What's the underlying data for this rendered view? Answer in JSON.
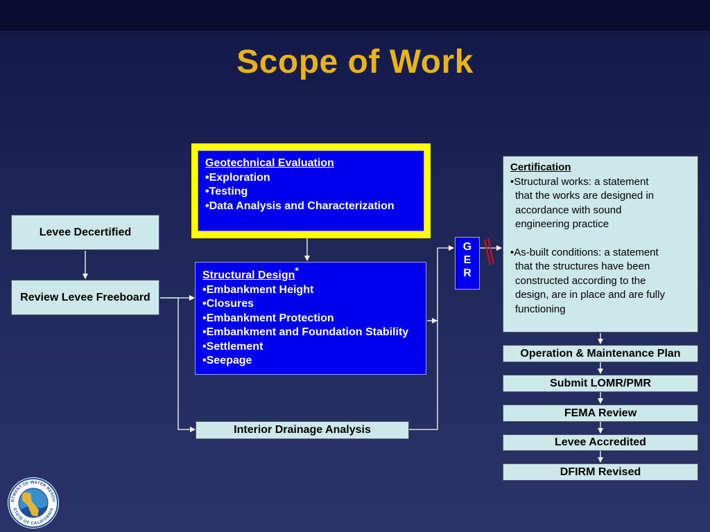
{
  "slide": {
    "title": "Scope of Work"
  },
  "boxes": {
    "levee_decertified": "Levee Decertified",
    "review_freeboard": "Review Levee Freeboard",
    "interior_drainage": "Interior Drainage Analysis",
    "om_plan": "Operation & Maintenance Plan",
    "submit_lomr": "Submit LOMR/PMR",
    "fema_review": "FEMA Review",
    "levee_accredited": "Levee Accredited",
    "dfirm_revised": "DFIRM Revised"
  },
  "geotechnical": {
    "heading": "Geotechnical Evaluation",
    "items": [
      "•Exploration",
      "•Testing",
      "•Data Analysis and Characterization"
    ]
  },
  "structural": {
    "heading": "Structural Design",
    "asterisk": "*",
    "items": [
      "•Embankment Height",
      "•Closures",
      "•Embankment Protection",
      "•Embankment and Foundation Stability",
      "•Settlement",
      "•Seepage"
    ]
  },
  "ger": {
    "letters": [
      "G",
      "E",
      "R"
    ]
  },
  "certification": {
    "heading": "Certification",
    "item1": [
      "•Structural works: a statement",
      "that the works are designed in",
      "accordance with sound",
      "engineering practice"
    ],
    "item2": [
      "•As-built conditions: a statement",
      "that the structures have been",
      "constructed according to the",
      "design, are in place and are fully",
      "functioning"
    ]
  },
  "logo": {
    "text_top": "DEPARTMENT OF WATER RESOURCES",
    "text_bottom": "STATE OF CALIFORNIA",
    "colors": {
      "ring": "#ffffff",
      "sky": "#3a8fd0",
      "land": "#e3b33c",
      "water": "#1c4f9c"
    }
  },
  "colors": {
    "title": "#e8b219",
    "light_box": "#cde8ea",
    "blue_box": "#0000ee",
    "highlight": "#ffff00",
    "connector": "#ffffff",
    "strike": "#cc1122"
  }
}
